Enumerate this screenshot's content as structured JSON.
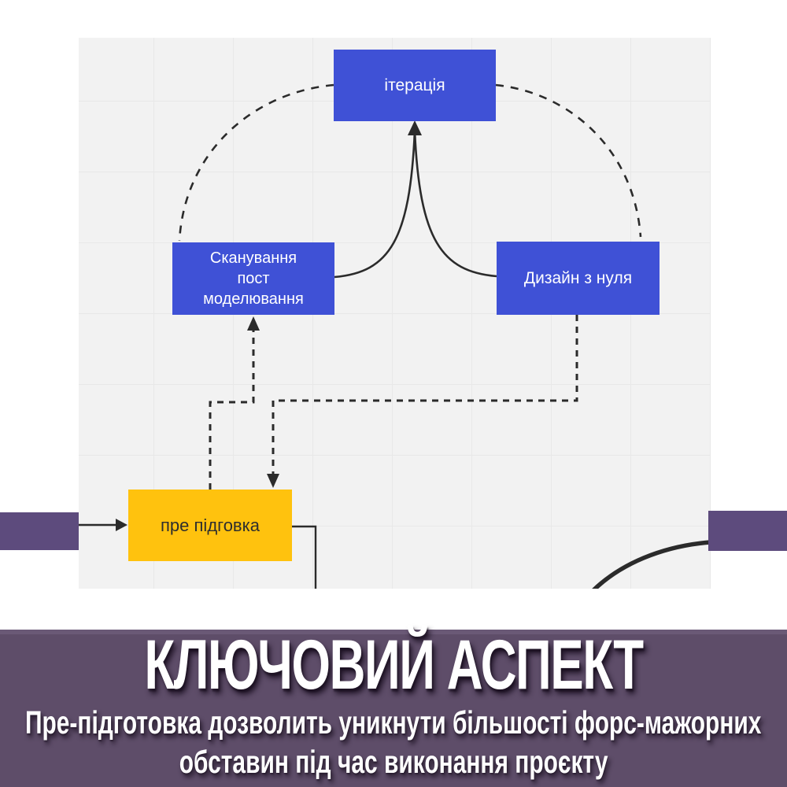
{
  "diagram": {
    "nodes": [
      {
        "id": "iteration",
        "label": "ітерація",
        "color": "#3f51d6",
        "text_color": "#ffffff"
      },
      {
        "id": "scan-post-modeling",
        "label": "Сканування\nпост\nмоделювання",
        "color": "#3f51d6",
        "text_color": "#ffffff"
      },
      {
        "id": "design-from-scratch",
        "label": "Дизайн з нуля",
        "color": "#3f51d6",
        "text_color": "#ffffff"
      },
      {
        "id": "pre-preparation",
        "label": "пре підговка",
        "color": "#ffc20e",
        "text_color": "#2e2e2e"
      }
    ],
    "connectors": [
      {
        "from": "iteration",
        "to": "scan-post-modeling",
        "style": "dashed-arc"
      },
      {
        "from": "iteration",
        "to": "design-from-scratch",
        "style": "dashed-arc"
      },
      {
        "from": "scan-post-modeling",
        "to": "iteration",
        "style": "solid-curve-arrow"
      },
      {
        "from": "design-from-scratch",
        "to": "iteration",
        "style": "solid-curve-arrow"
      },
      {
        "from": "design-from-scratch",
        "to": "pre-preparation",
        "style": "dashed-elbow-arrow"
      },
      {
        "from": "pre-preparation",
        "to": "scan-post-modeling",
        "style": "dashed-elbow-arrow"
      },
      {
        "from": "left-edge",
        "to": "pre-preparation",
        "style": "solid-arrow"
      },
      {
        "from": "pre-preparation",
        "to": "bottom-edge",
        "style": "solid-elbow"
      }
    ],
    "canvas_background": "#f2f2f2",
    "grid_line_color": "#e8e8e8"
  },
  "side_bars": {
    "color": "#5d4b7d"
  },
  "banner": {
    "title": "КЛЮЧОВИЙ АСПЕКТ",
    "subtitle_line1": "Пре-підготовка дозволить уникнути більшості форс-мажорних",
    "subtitle_line2": "обставин під час виконання проєкту",
    "background": "#5e4d69",
    "text_color": "#ffffff"
  }
}
